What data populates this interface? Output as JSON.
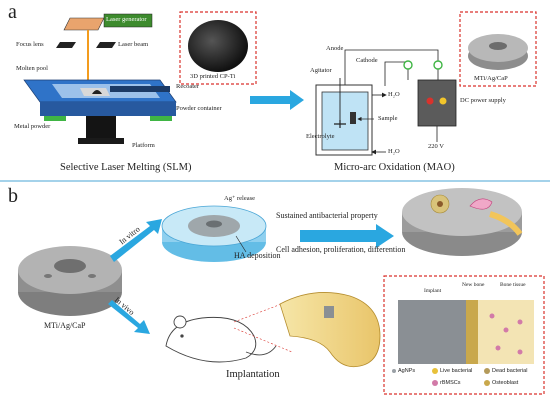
{
  "panel_a": {
    "letter": "a",
    "slm": {
      "laser_generator": "Laser generator",
      "focus_lens": "Focus lens",
      "laser_beam": "Laser beam",
      "molten_pool": "Molten pool",
      "recoater": "Recoater",
      "powder_container": "Powder container",
      "metal_powder": "Metal powder",
      "platform": "Platform",
      "inset_label": "3D printed CP-Ti",
      "caption": "Selective Laser Melting (SLM)"
    },
    "mao": {
      "anode": "Anode",
      "cathode": "Cathode",
      "agitator": "Agitator",
      "h2o_top": "H₂O",
      "h2o_bottom": "H₂O",
      "dc_supply": "DC power supply",
      "sample": "Sample",
      "electrolyte": "Electrolyte",
      "voltage": "220 V",
      "inset_label": "MTi/Ag/CaP",
      "caption": "Micro-arc Oxidation (MAO)"
    }
  },
  "panel_b": {
    "letter": "b",
    "sample_label": "MTi/Ag/CaP",
    "in_vitro": "In vitro",
    "in_vivo": "In vivo",
    "ag_release": "Ag⁺ release",
    "ha_deposition": "HA deposition",
    "sustained": "Sustained antibacterial property",
    "cell_adhesion": "Cell adhesion, proliferation, differention",
    "implantation": "Implantation",
    "inset": {
      "implant": "Implant",
      "new_bone": "New bone",
      "bone_tissue": "Bone tissue"
    },
    "legend": {
      "agnps": "AgNPs",
      "live_bacterial": "Live bacterial",
      "dead_bacterial": "Dead bacterial",
      "rbmscs": "rBMSCs",
      "osteoblast": "Osteoblast"
    }
  },
  "colors": {
    "arrow_blue": "#2aa7e0",
    "frame_red": "#d9322c",
    "machine_blue": "#2f73c8",
    "platform_dark": "#1a1a1a",
    "electrolyte": "#bfe3f5",
    "bone_yellow": "#f1d98a",
    "implant_gray": "#8a8f94"
  }
}
